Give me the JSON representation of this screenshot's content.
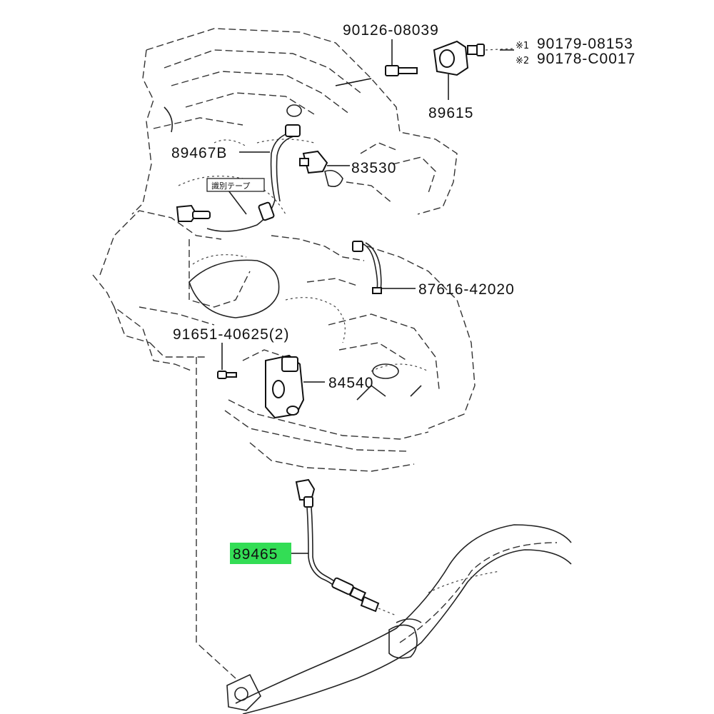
{
  "parts": {
    "p90126": "90126-08039",
    "p90179": "90179-08153",
    "p90178": "90178-C0017",
    "mark1": "※1",
    "mark2": "※2",
    "p89615": "89615",
    "p89467b": "89467B",
    "p83530": "83530",
    "p87616": "87616-42020",
    "p91651": "91651-40625(2)",
    "p84540": "84540",
    "p89465": "89465",
    "tape_note": "識別テープ"
  },
  "colors": {
    "highlight": "#33dd55",
    "line": "#111111"
  },
  "highlighted_part": "89465"
}
